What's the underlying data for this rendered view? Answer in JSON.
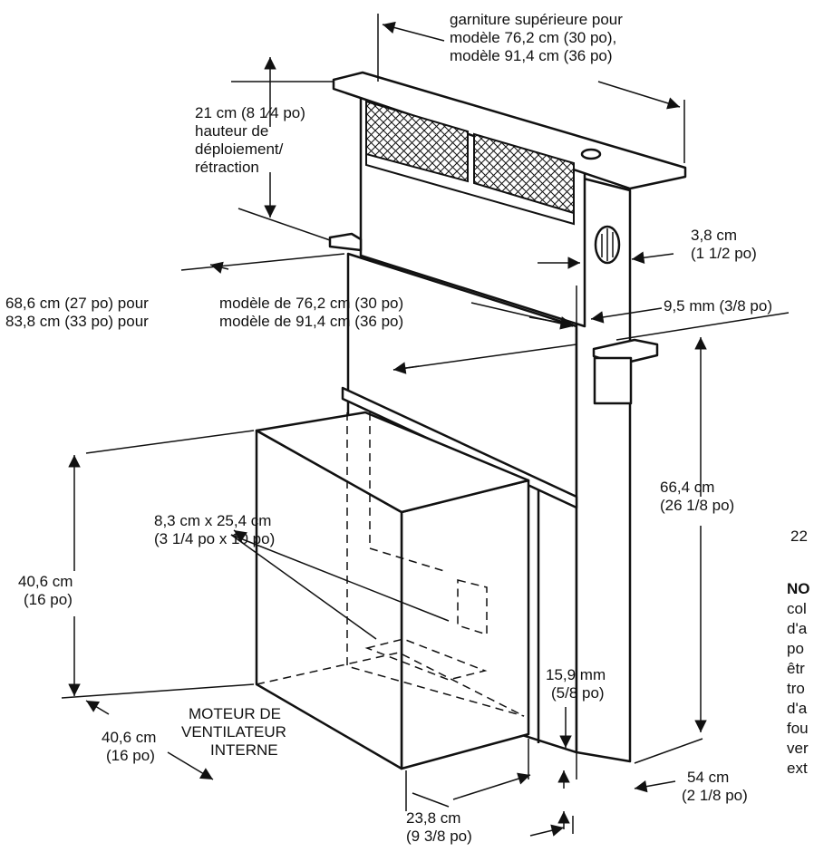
{
  "labels": {
    "trim": [
      "garniture supérieure pour",
      "modèle 76,2 cm (30 po),",
      "modèle 91,4 cm (36 po)"
    ],
    "deploy": [
      "21 cm (8 1⁄4 po)",
      "hauteur de",
      "déploiement/",
      "rétraction"
    ],
    "dim_38cm": [
      "3,8 cm",
      "(1 1/2 po)"
    ],
    "width_left": [
      "68,6 cm (27 po) pour",
      "83,8 cm (33 po) pour"
    ],
    "width_right": [
      "modèle de 76,2 cm (30 po)",
      "modèle de 91,4 cm (36 po)"
    ],
    "dim_95mm": "9,5 mm (3/8 po)",
    "dim_664": [
      "66,4 cm",
      "(26 1/8 po)"
    ],
    "partial_22": "22",
    "note_heading": "NO",
    "note_lines": [
      "col",
      "d'a",
      "po",
      "êtr",
      "tro",
      "d'a",
      "fou",
      "ver",
      "ext"
    ],
    "opening": [
      "8,3 cm x 25,4 cm",
      "(3 1/4 po x 10 po)"
    ],
    "height_406": [
      "40,6 cm",
      "(16 po)"
    ],
    "dim_159": [
      "15,9 mm",
      "(5/8 po)"
    ],
    "motor": [
      "MOTEUR DE",
      "VENTILATEUR",
      "INTERNE"
    ],
    "depth_406": [
      "40,6 cm",
      "(16 po)"
    ],
    "dim_54": [
      "54 cm",
      "(2 1/8 po)"
    ],
    "dim_238": [
      "23,8 cm",
      "(9 3/8 po)"
    ]
  },
  "colors": {
    "ink": "#111111",
    "paper": "#ffffff"
  }
}
